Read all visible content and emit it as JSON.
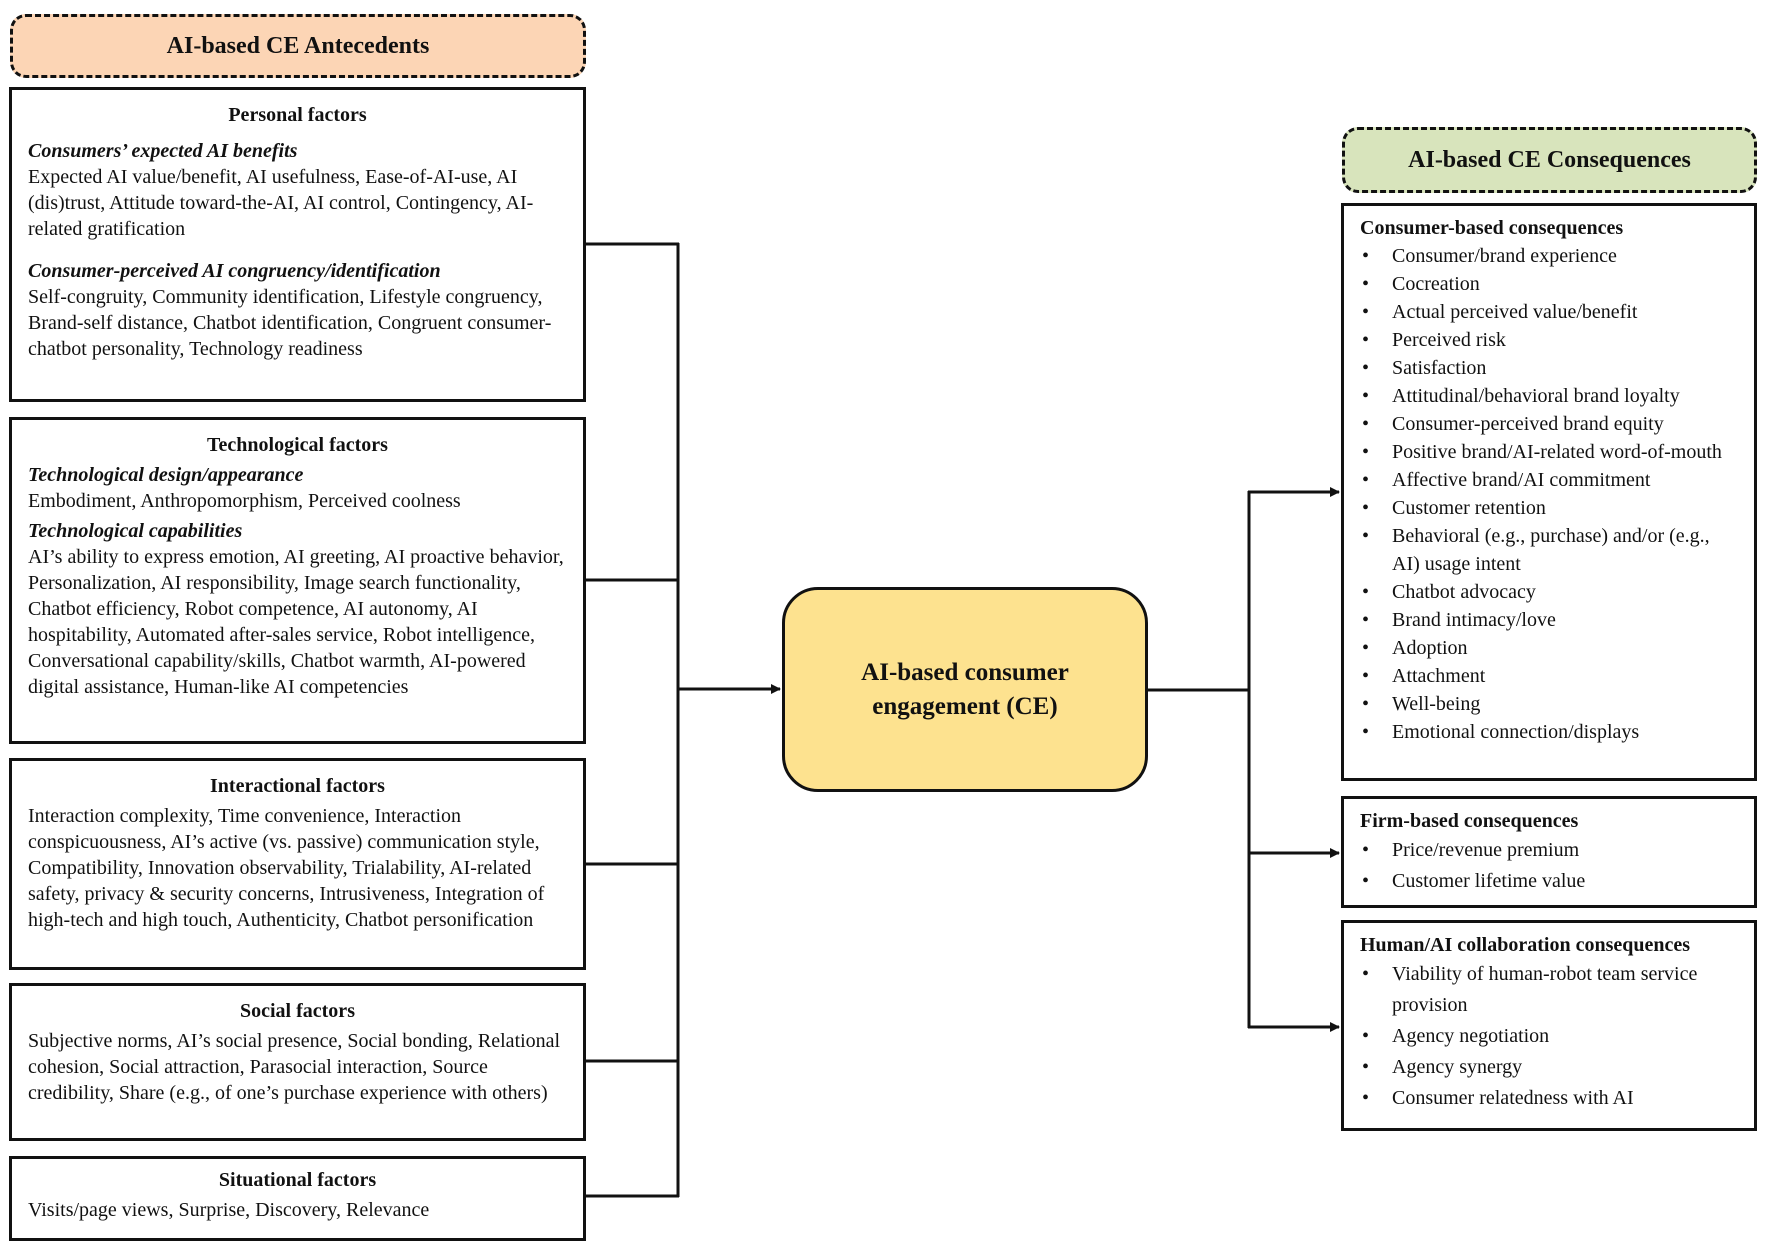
{
  "antecedents": {
    "header": "AI-based CE Antecedents",
    "personal": {
      "title": "Personal factors",
      "sections": [
        {
          "subtitle": "Consumers’ expected AI benefits",
          "text": "Expected AI value/benefit, AI usefulness, Ease-of-AI-use, AI (dis)trust, Attitude toward-the-AI, AI control, Contingency, AI-related gratification"
        },
        {
          "subtitle": "Consumer-perceived AI congruency/identification",
          "text": "Self-congruity, Community identification, Lifestyle congruency, Brand-self distance, Chatbot identification, Congruent consumer-chatbot personality, Technology readiness"
        }
      ]
    },
    "technological": {
      "title": "Technological factors",
      "sections": [
        {
          "subtitle": "Technological design/appearance",
          "text": "Embodiment, Anthropomorphism, Perceived coolness"
        },
        {
          "subtitle": "Technological capabilities",
          "text": "AI’s ability to express emotion, AI greeting, AI proactive behavior, Personalization, AI responsibility, Image search functionality, Chatbot efficiency, Robot competence, AI autonomy, AI hospitability, Automated after-sales service, Robot intelligence, Conversational capability/skills, Chatbot warmth, AI-powered digital assistance, Human-like AI competencies"
        }
      ]
    },
    "interactional": {
      "title": "Interactional factors",
      "text": "Interaction complexity, Time convenience, Interaction conspicuousness, AI’s active (vs. passive) communication style, Compatibility, Innovation observability, Trialability, AI-related safety, privacy & security concerns, Intrusiveness, Integration of high-tech and high touch, Authenticity, Chatbot personification"
    },
    "social": {
      "title": "Social factors",
      "text": "Subjective norms, AI’s social presence, Social bonding, Relational cohesion, Social attraction, Parasocial interaction, Source credibility, Share (e.g., of one’s purchase experience with others)"
    },
    "situational": {
      "title": "Situational factors",
      "text": "Visits/page views, Surprise, Discovery, Relevance"
    }
  },
  "center": {
    "line1": "AI-based consumer",
    "line2": "engagement (CE)"
  },
  "consequences": {
    "header": "AI-based CE Consequences",
    "consumer": {
      "title": "Consumer-based consequences",
      "items": [
        "Consumer/brand experience",
        "Cocreation",
        "Actual perceived value/benefit",
        "Perceived risk",
        "Satisfaction",
        "Attitudinal/behavioral brand loyalty",
        "Consumer-perceived brand equity",
        "Positive brand/AI-related word-of-mouth",
        "Affective brand/AI commitment",
        "Customer retention",
        "Behavioral (e.g., purchase) and/or (e.g., AI) usage intent",
        "Chatbot advocacy",
        "Brand intimacy/love",
        "Adoption",
        "Attachment",
        "Well-being",
        "Emotional connection/displays"
      ]
    },
    "firm": {
      "title": "Firm-based consequences",
      "items": [
        "Price/revenue premium",
        "Customer lifetime value"
      ]
    },
    "human_ai": {
      "title": "Human/AI collaboration consequences",
      "items": [
        "Viability of human-robot team service provision",
        "Agency negotiation",
        "Agency synergy",
        "Consumer relatedness with AI"
      ]
    }
  },
  "colors": {
    "antecedents_header": "#fcd5b5",
    "consequences_header": "#d8e4bc",
    "center_fill": "#fde28f",
    "stroke": "#111111"
  }
}
